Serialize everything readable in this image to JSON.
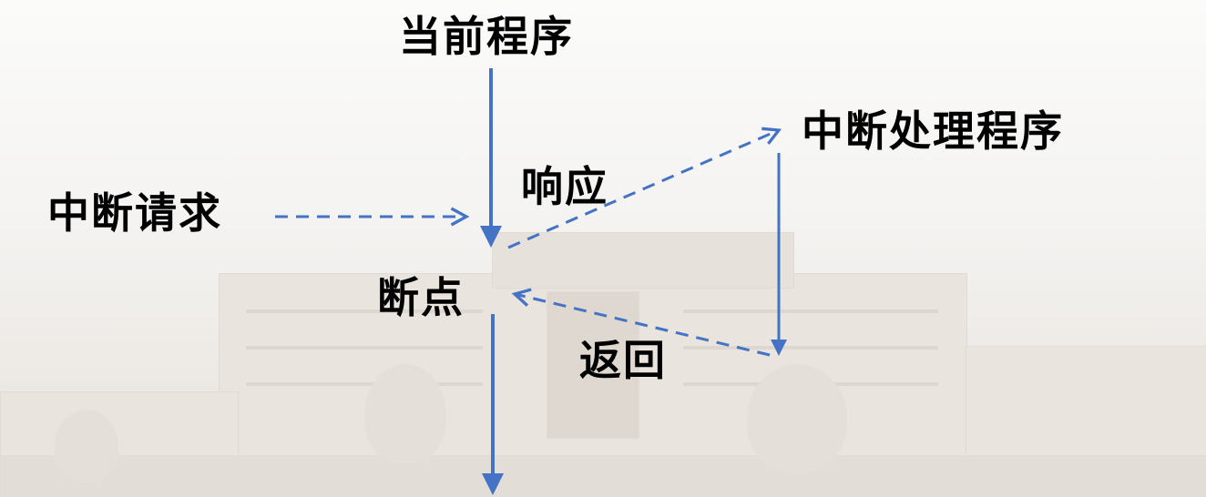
{
  "diagram": {
    "current_program": "当前程序",
    "interrupt_handler": "中断处理程序",
    "interrupt_request": "中断请求",
    "response": "响应",
    "breakpoint": "断点",
    "return": "返回"
  },
  "colors": {
    "arrow": "#4472c4",
    "text": "#000000"
  }
}
